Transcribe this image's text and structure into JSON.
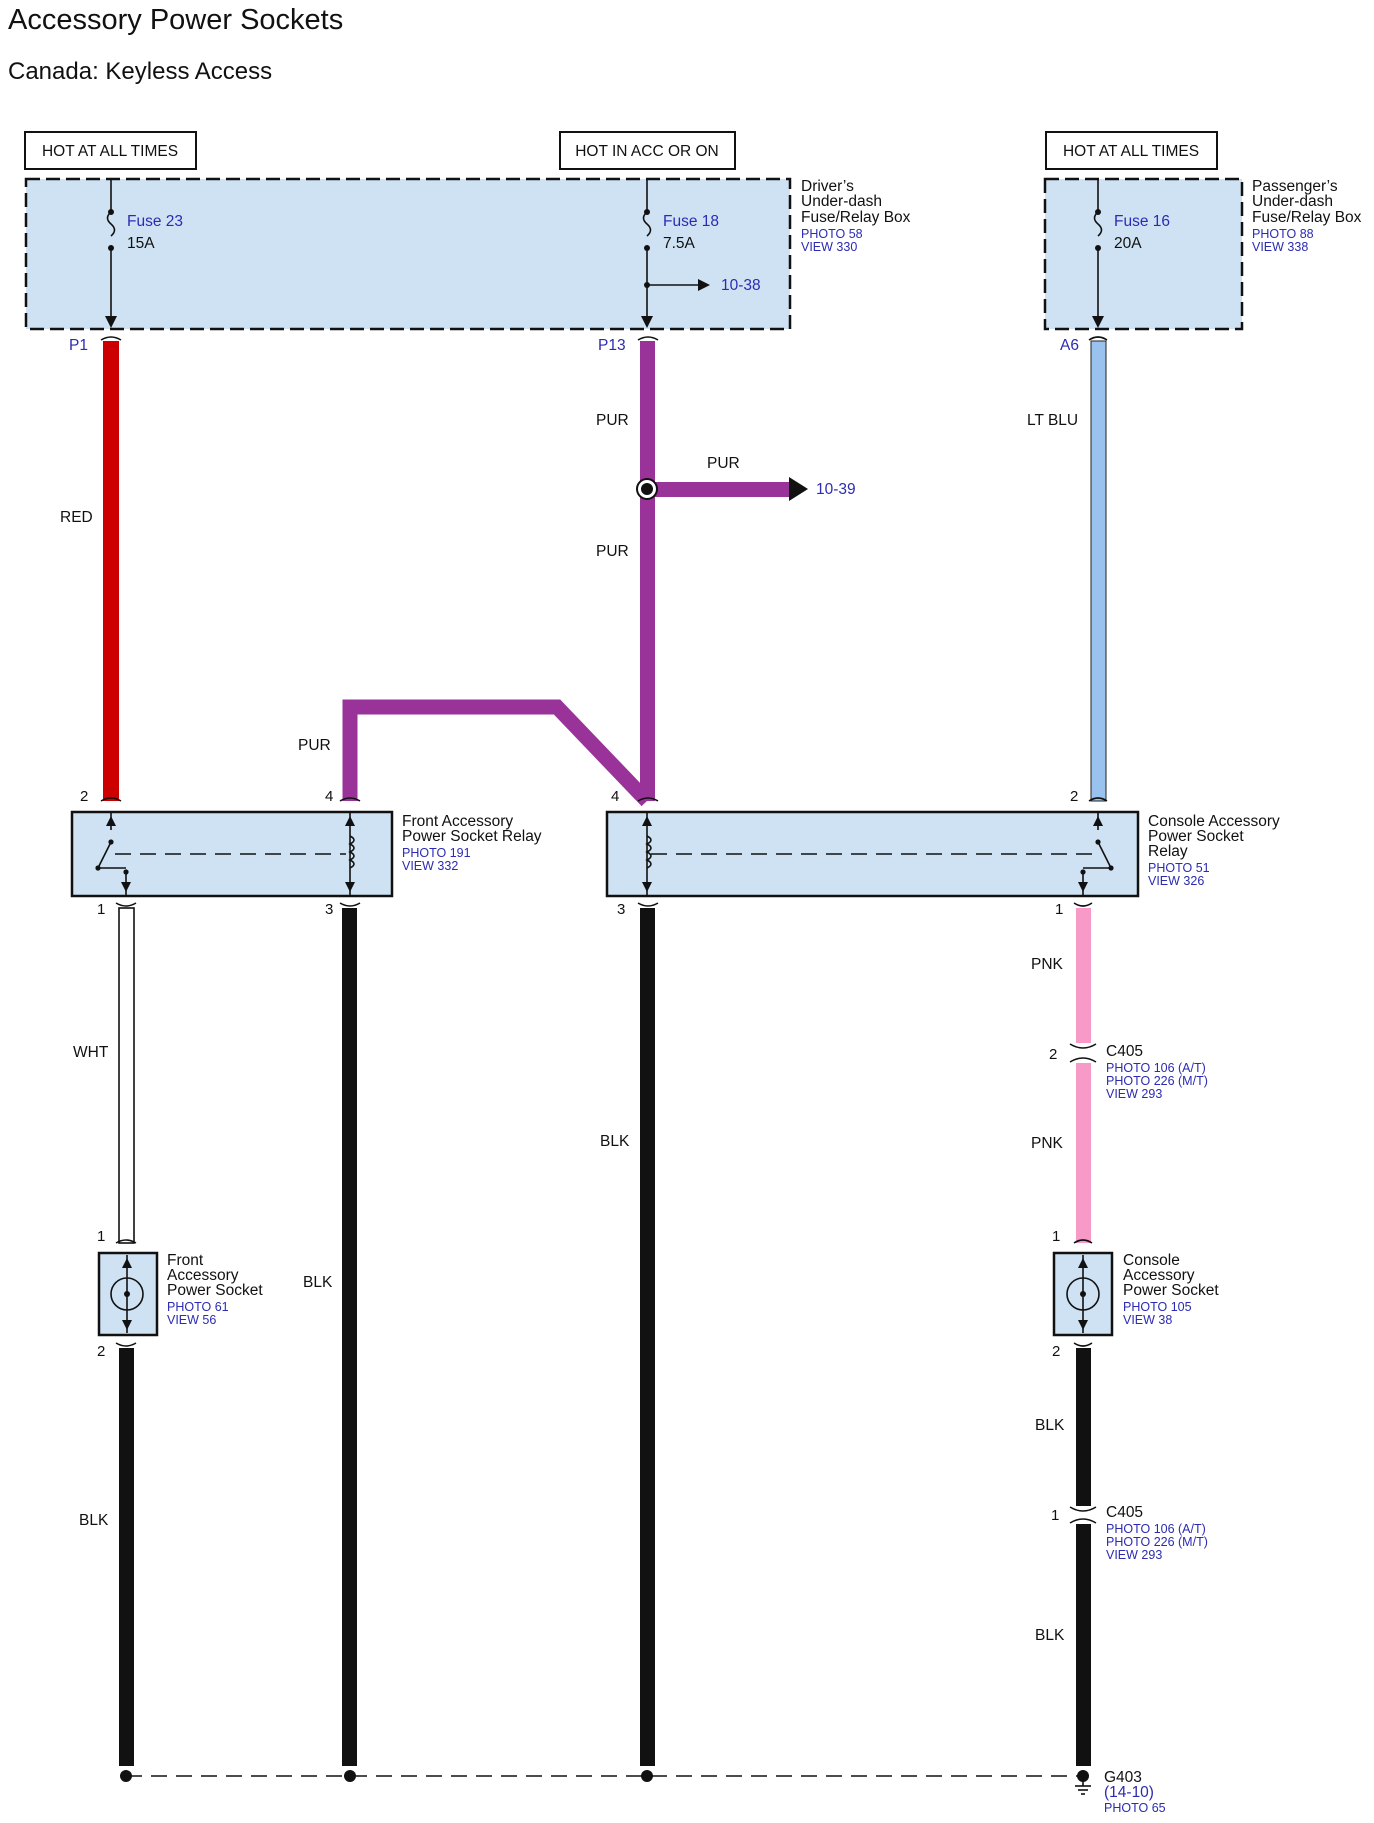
{
  "title": "Accessory Power Sockets",
  "subtitle": "Canada: Keyless Access",
  "headers": {
    "left": "HOT AT ALL TIMES",
    "middle": "HOT IN ACC OR ON",
    "right": "HOT AT ALL TIMES"
  },
  "drivers_box": {
    "name_lines": [
      "Driver’s",
      "Under-dash",
      "Fuse/Relay Box"
    ],
    "photo": "PHOTO 58",
    "view": "VIEW 330",
    "fuse_a": {
      "name": "Fuse 23",
      "rating": "15A",
      "pin": "P1"
    },
    "fuse_b": {
      "name": "Fuse 18",
      "rating": "7.5A",
      "pin": "P13",
      "branch_ref": "10-38"
    }
  },
  "passenger_box": {
    "name_lines": [
      "Passenger’s",
      "Under-dash",
      "Fuse/Relay Box"
    ],
    "photo": "PHOTO 88",
    "view": "VIEW 338",
    "fuse": {
      "name": "Fuse 16",
      "rating": "20A",
      "pin": "A6"
    }
  },
  "wires": {
    "red": "RED",
    "pur_upper": "PUR",
    "pur_branch": "PUR",
    "pur_branch_ref": "10-39",
    "pur_lower": "PUR",
    "pur_relay": "PUR",
    "lt_blu": "LT BLU",
    "wht": "WHT",
    "blk_front_socket": "BLK",
    "blk_front_relay": "BLK",
    "blk_console_relay": "BLK",
    "pnk_upper": "PNK",
    "pnk_lower": "PNK",
    "blk_console_upper": "BLK",
    "blk_console_lower": "BLK"
  },
  "front_relay": {
    "name_lines": [
      "Front Accessory",
      "Power Socket Relay"
    ],
    "photo": "PHOTO 191",
    "view": "VIEW 332",
    "pins": {
      "top_left": "2",
      "top_right": "4",
      "bottom_left": "1",
      "bottom_right": "3"
    }
  },
  "console_relay": {
    "name_lines": [
      "Console Accessory",
      "Power Socket",
      "Relay"
    ],
    "photo": "PHOTO 51",
    "view": "VIEW 326",
    "pins": {
      "top_left": "4",
      "top_right": "2",
      "bottom_left": "3",
      "bottom_right": "1"
    }
  },
  "c405_upper": {
    "name": "C405",
    "pin": "2",
    "refs": [
      "PHOTO 106 (A/T)",
      "PHOTO 226 (M/T)",
      "VIEW 293"
    ]
  },
  "c405_lower": {
    "name": "C405",
    "pin": "1",
    "refs": [
      "PHOTO 106 (A/T)",
      "PHOTO 226 (M/T)",
      "VIEW 293"
    ]
  },
  "front_socket": {
    "name_lines": [
      "Front",
      "Accessory",
      "Power Socket"
    ],
    "photo": "PHOTO 61",
    "view": "VIEW 56",
    "pins": {
      "top": "1",
      "bottom": "2"
    }
  },
  "console_socket": {
    "name_lines": [
      "Console",
      "Accessory",
      "Power Socket"
    ],
    "photo": "PHOTO 105",
    "view": "VIEW 38",
    "pins": {
      "top": "1",
      "bottom": "2"
    }
  },
  "ground": {
    "name": "G403",
    "ref": "(14-10)",
    "photo": "PHOTO 65"
  },
  "colors": {
    "red": "#cc0000",
    "purple": "#993399",
    "light_blue": "#99c3ee",
    "pink": "#f79ac8",
    "black": "#111111",
    "box_fill": "#cfe2f3",
    "link_blue": "#2b2bb3"
  }
}
